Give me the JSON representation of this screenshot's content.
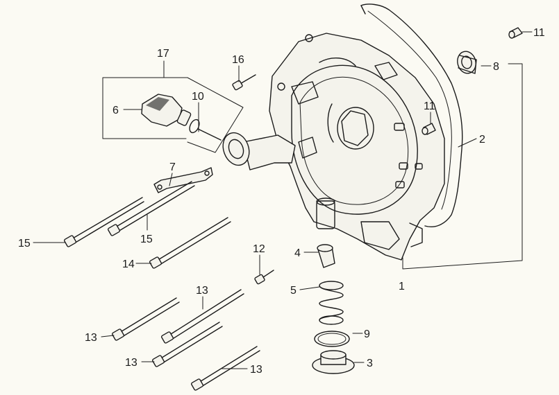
{
  "colors": {
    "ink": "#1b1b1b",
    "paper": "#fbfaf3"
  },
  "callouts": [
    {
      "id": "c1",
      "text": "1"
    },
    {
      "id": "c2",
      "text": "2"
    },
    {
      "id": "c3",
      "text": "3"
    },
    {
      "id": "c4",
      "text": "4"
    },
    {
      "id": "c5",
      "text": "5"
    },
    {
      "id": "c6",
      "text": "6"
    },
    {
      "id": "c7",
      "text": "7"
    },
    {
      "id": "c8",
      "text": "8"
    },
    {
      "id": "c9",
      "text": "9"
    },
    {
      "id": "c10",
      "text": "10"
    },
    {
      "id": "c11a",
      "text": "11"
    },
    {
      "id": "c11b",
      "text": "11"
    },
    {
      "id": "c12",
      "text": "12"
    },
    {
      "id": "c13a",
      "text": "13"
    },
    {
      "id": "c13b",
      "text": "13"
    },
    {
      "id": "c13c",
      "text": "13"
    },
    {
      "id": "c13d",
      "text": "13"
    },
    {
      "id": "c14",
      "text": "14"
    },
    {
      "id": "c15a",
      "text": "15"
    },
    {
      "id": "c15b",
      "text": "15"
    },
    {
      "id": "c16",
      "text": "16"
    },
    {
      "id": "c17",
      "text": "17"
    }
  ]
}
